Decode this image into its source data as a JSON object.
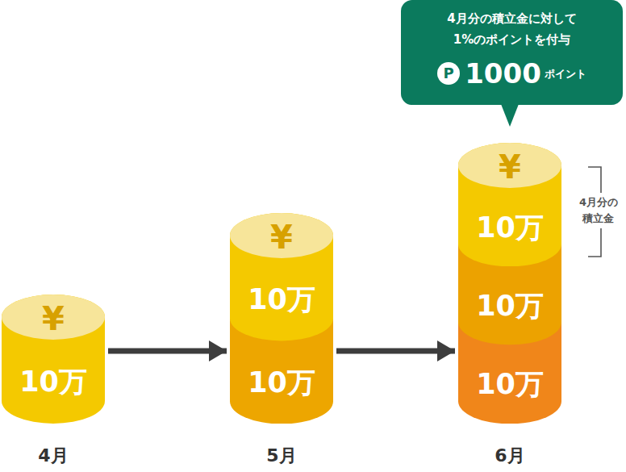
{
  "diagram": {
    "nodes": [
      {
        "text": [
          "4月"
        ]
      },
      {
        "text": [
          "¥",
          "10万"
        ],
        "in": 0
      },
      {
        "text": [
          "5月"
        ]
      },
      {
        "text": [
          "¥",
          "10万"
        ],
        "in": 2
      },
      {
        "text": [
          "10万"
        ],
        "in": 2
      },
      {
        "text": [
          "6月"
        ]
      },
      {
        "text": [
          "¥",
          "10万"
        ],
        "in": 5
      },
      {
        "text": [
          "10万"
        ],
        "in": 5
      },
      {
        "text": [
          "10万"
        ],
        "in": 5
      },
      {
        "text": [
          "4月分の積立金に対して 1%のポイントを付与",
          "P",
          "1000",
          "ポイント"
        ]
      }
    ],
    "edges": [
      {
        "from": 0,
        "to": 2,
        "arrow": "to"
      },
      {
        "from": 2,
        "to": 5,
        "arrow": "to"
      }
    ],
    "labels": [
      "4月分の 積立金"
    ]
  }
}
